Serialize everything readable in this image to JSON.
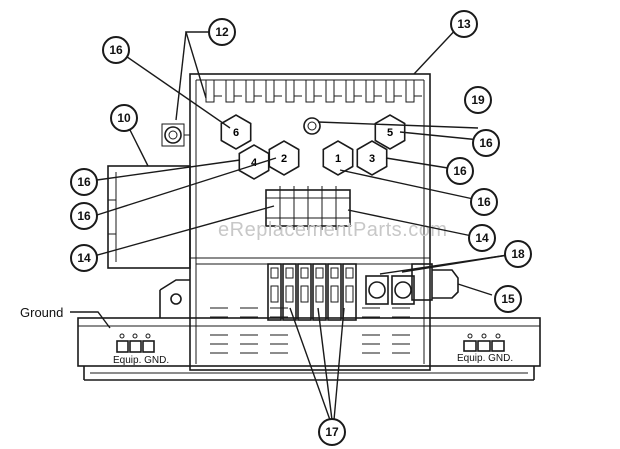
{
  "labels": {
    "ground": "Ground",
    "equip_gnd_left": "Equip. GND.",
    "equip_gnd_right": "Equip. GND.",
    "watermark": "eReplacementParts.com"
  },
  "breakers": [
    "1",
    "2",
    "3",
    "4",
    "5",
    "6"
  ],
  "callouts": [
    "10",
    "12",
    "13",
    "14",
    "14",
    "15",
    "16",
    "16",
    "16",
    "16",
    "16",
    "16",
    "17",
    "18",
    "19"
  ],
  "colors": {
    "line": "#1a1a1a",
    "watermark": "#c8c8c8",
    "background": "#ffffff"
  }
}
